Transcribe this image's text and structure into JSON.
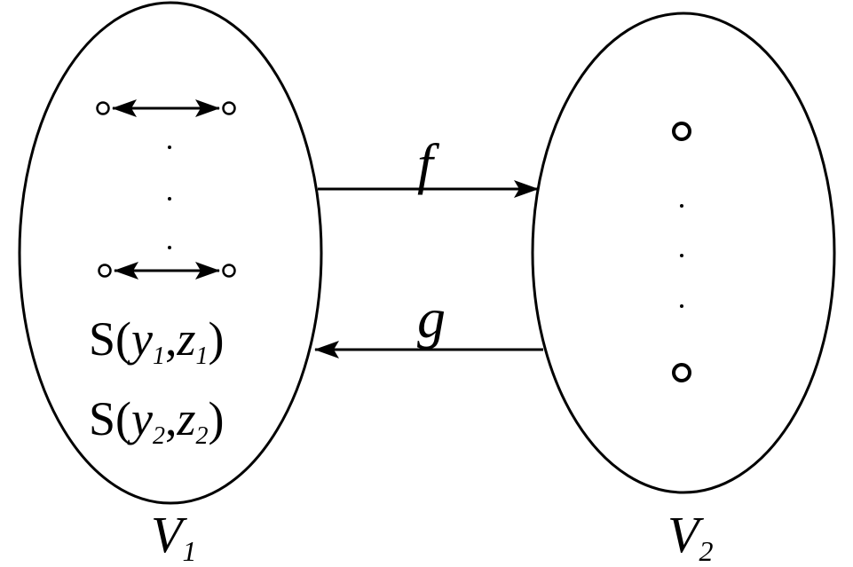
{
  "sets": {
    "left": {
      "label": "V",
      "subscript": "1",
      "pairs": [
        {
          "name": "S",
          "y": "y",
          "y_sub": "1",
          "z": "z",
          "z_sub": "1"
        },
        {
          "name": "S",
          "y": "y",
          "y_sub": "2",
          "z": "z",
          "z_sub": "2"
        }
      ]
    },
    "right": {
      "label": "V",
      "subscript": "2"
    }
  },
  "maps": {
    "forward": "f",
    "backward": "g"
  },
  "colors": {
    "stroke": "#000000",
    "background": "#ffffff"
  }
}
